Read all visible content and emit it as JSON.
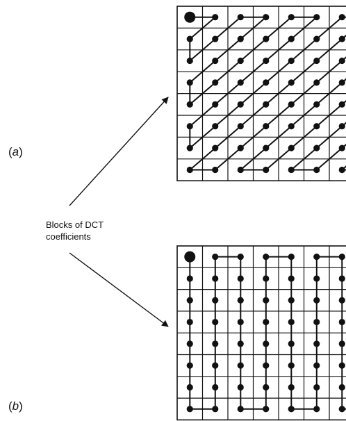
{
  "labels": {
    "panel_a_open": "(",
    "panel_a_letter": "a",
    "panel_a_close": ")",
    "panel_b_open": "(",
    "panel_b_letter": "b",
    "panel_b_close": ")"
  },
  "caption": {
    "line1": "Blocks of DCT",
    "line2": "coefficients"
  },
  "colors": {
    "ink": "#111111",
    "background": "#ffffff"
  },
  "scan_orders": {
    "panel_a": "zigzag",
    "panel_b": "alternate-vertical"
  }
}
